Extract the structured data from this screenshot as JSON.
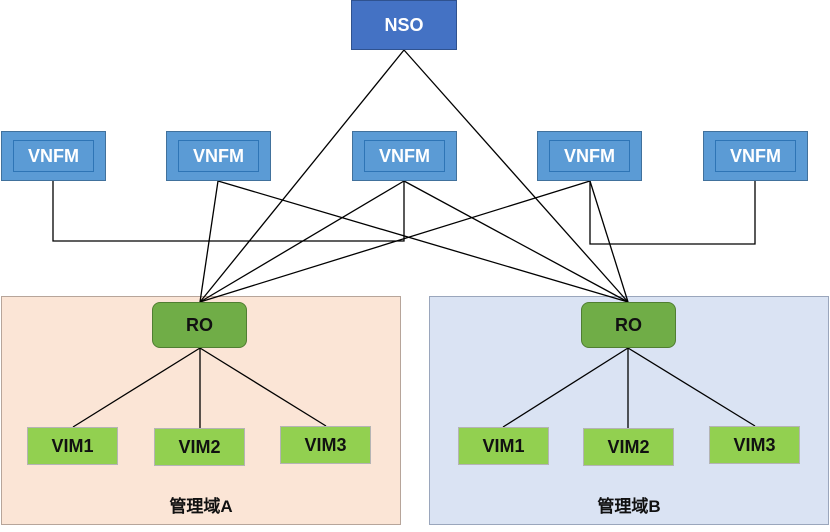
{
  "nso": {
    "label": "NSO"
  },
  "vnfms": [
    {
      "label": "VNFM"
    },
    {
      "label": "VNFM"
    },
    {
      "label": "VNFM"
    },
    {
      "label": "VNFM"
    },
    {
      "label": "VNFM"
    }
  ],
  "domains": [
    {
      "label": "管理域A",
      "ro": {
        "label": "RO"
      },
      "vims": [
        {
          "label": "VIM1"
        },
        {
          "label": "VIM2"
        },
        {
          "label": "VIM3"
        }
      ]
    },
    {
      "label": "管理域B",
      "ro": {
        "label": "RO"
      },
      "vims": [
        {
          "label": "VIM1"
        },
        {
          "label": "VIM2"
        },
        {
          "label": "VIM3"
        }
      ]
    }
  ],
  "colors": {
    "nso_fill": "#4472c4",
    "vnfm_fill": "#5b9bd5",
    "ro_fill": "#70ad47",
    "vim_fill": "#92d050",
    "domain_a_fill": "#fbe5d6",
    "domain_b_fill": "#dae3f3",
    "line": "#000000"
  }
}
